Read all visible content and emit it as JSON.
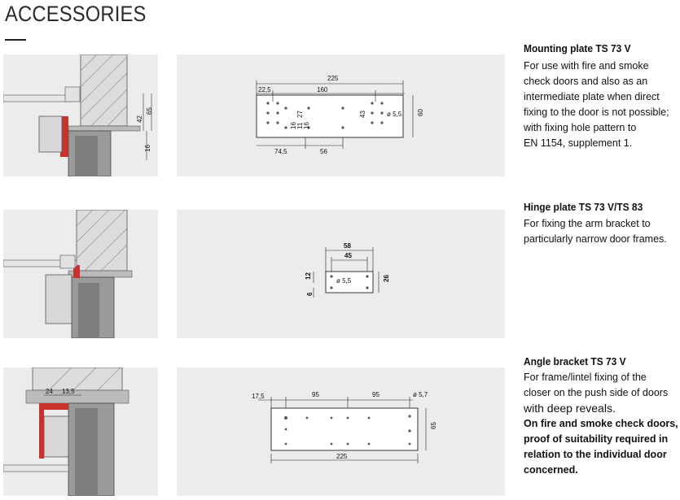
{
  "page": {
    "title": "ACCESSORIES"
  },
  "items": [
    {
      "title": "Mounting plate TS 73 V",
      "description": [
        "For use with fire and smoke",
        "check doors and also as an",
        "intermediate plate when direct",
        "fixing to the door is not possible;",
        "with fixing hole pattern to",
        "EN 1154, supplement 1."
      ],
      "side_dims": {
        "a": "42",
        "b": "65",
        "c": "16"
      },
      "plan_dims": {
        "overall": "225",
        "left": "22,5",
        "span": "160",
        "h_left": "16",
        "h_mid": "11",
        "h_right": "16",
        "v27": "27",
        "v43": "43",
        "hole": "ø 5,5",
        "height": "60",
        "bottom_a": "74,5",
        "bottom_b": "56"
      }
    },
    {
      "title": "Hinge plate TS 73 V/TS 83",
      "description": [
        "For fixing the arm bracket to",
        "particularly narrow door frames."
      ],
      "plan_dims": {
        "width": "58",
        "inner": "45",
        "hole": "ø 5,5",
        "h12": "12",
        "h6": "6",
        "height": "26"
      }
    },
    {
      "title": "Angle bracket TS 73 V",
      "description": [
        "For frame/lintel fixing of the",
        "closer on the push side of doors"
      ],
      "description_big": "with deep reveals.",
      "description_bold": [
        "On fire and smoke check doors,",
        "proof of suitability required in",
        "relation to the individual door",
        "concerned."
      ],
      "side_dims": {
        "a": "24",
        "b": "13,5"
      },
      "plan_dims": {
        "left": "17,5",
        "span1": "95",
        "span2": "95",
        "hole": "ø 5,7",
        "height": "65",
        "overall": "225"
      }
    }
  ]
}
